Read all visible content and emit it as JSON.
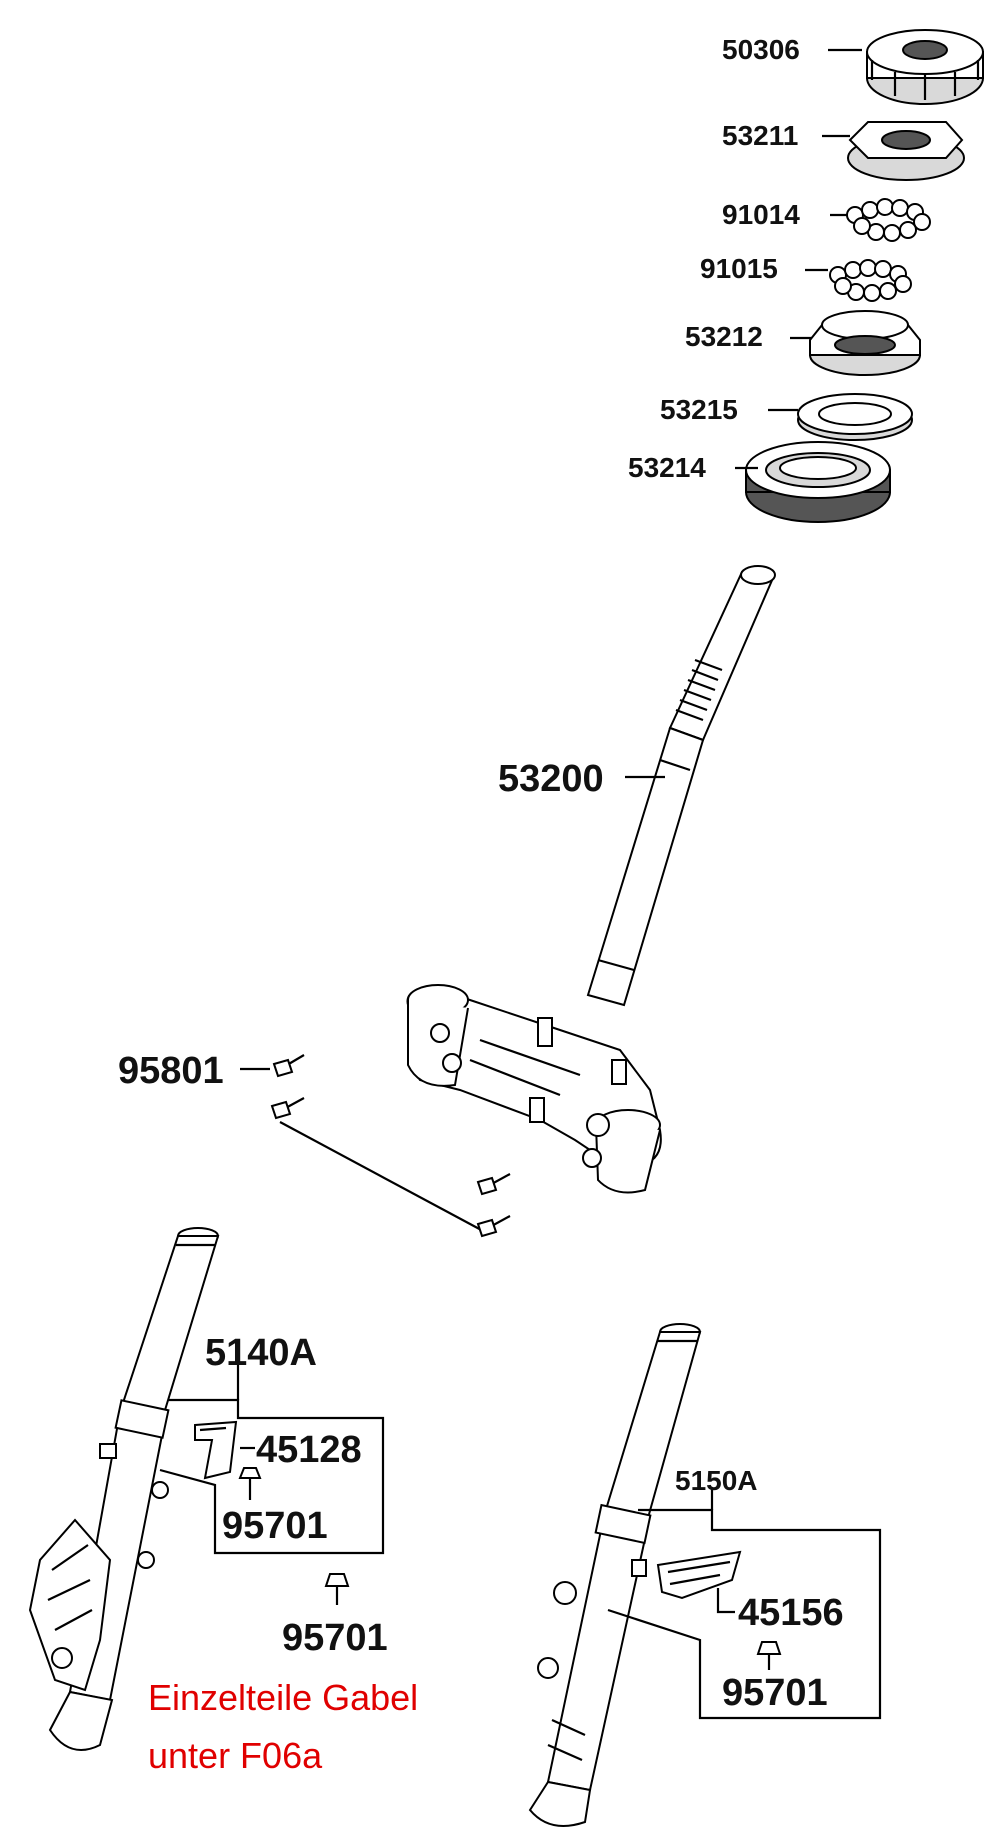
{
  "labels": {
    "p50306": "50306",
    "p53211": "53211",
    "p91014": "91014",
    "p91015": "91015",
    "p53212": "53212",
    "p53215": "53215",
    "p53214": "53214",
    "p53200": "53200",
    "p95801": "95801",
    "p5140A": "5140A",
    "p45128": "45128",
    "p95701_left_box": "95701",
    "p95701_loose": "95701",
    "p5150A": "5150A",
    "p45156": "45156",
    "p95701_right_box": "95701"
  },
  "note": {
    "line1": "Einzelteile Gabel",
    "line2": "unter F06a"
  },
  "colors": {
    "note": "#e00000",
    "ink": "#000000",
    "background": "#ffffff"
  }
}
